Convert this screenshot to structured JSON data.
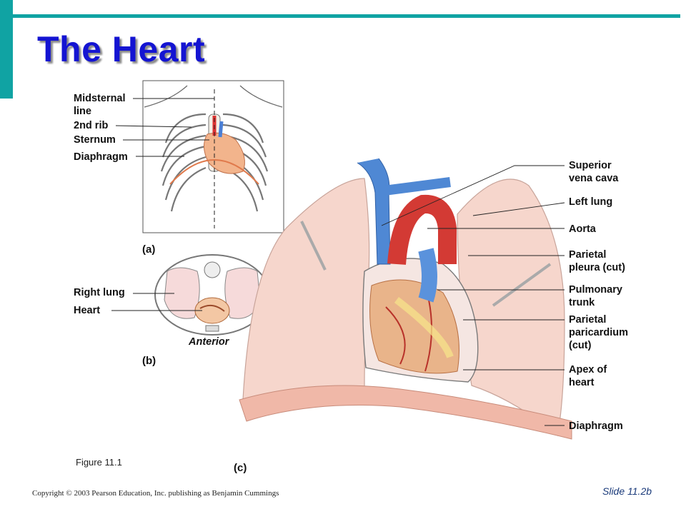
{
  "slide": {
    "title": "The Heart",
    "figure_caption": "Figure 11.1",
    "copyright": "Copyright © 2003 Pearson Education, Inc. publishing as Benjamin Cummings",
    "slide_number": "Slide 11.2b",
    "accent_color": "#10a3a3",
    "title_color": "#1414d2"
  },
  "diagram": {
    "panel_a": {
      "label": "(a)",
      "callouts": [
        "Midsternal\nline",
        "2nd rib",
        "Sternum",
        "Diaphragm"
      ]
    },
    "panel_b": {
      "label": "(b)",
      "callouts": [
        "Right lung",
        "Heart"
      ],
      "orientation": "Anterior"
    },
    "panel_c": {
      "label": "(c)",
      "callouts": [
        "Superior\nvena cava",
        "Left lung",
        "Aorta",
        "Parietal\npleura (cut)",
        "Pulmonary\ntrunk",
        "Parietal\nparicardium\n(cut)",
        "Apex of\nheart",
        "Diaphragm"
      ]
    }
  }
}
